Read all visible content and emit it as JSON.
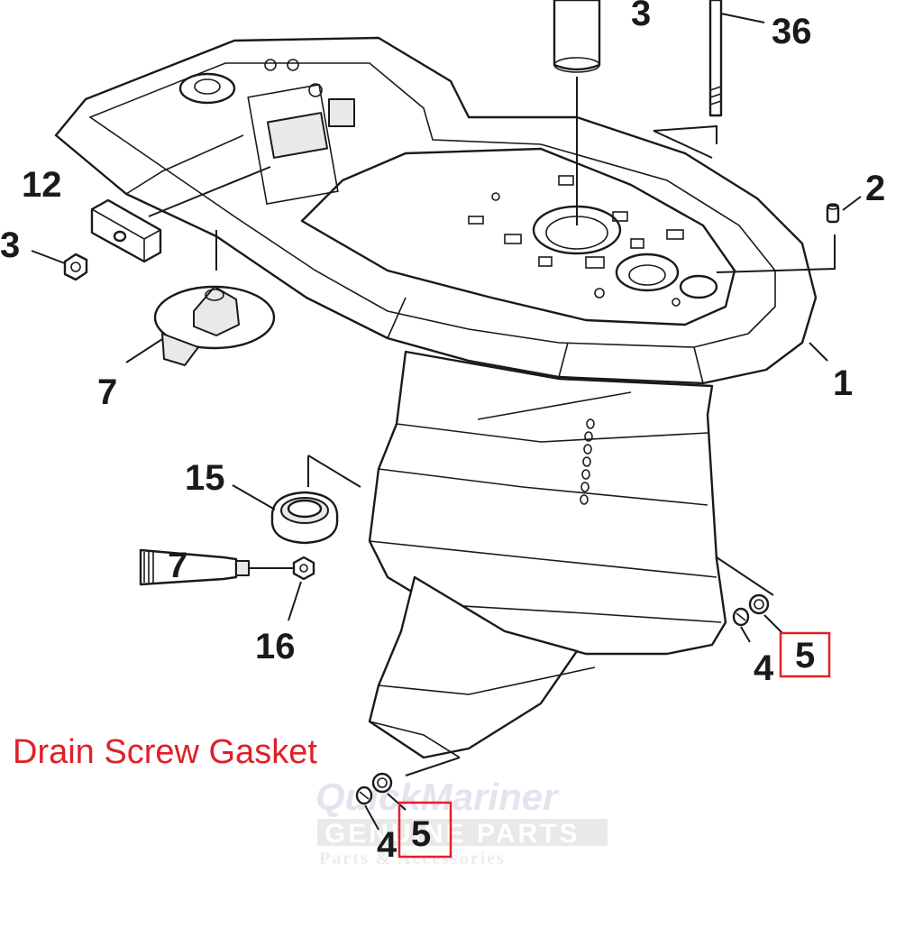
{
  "caption": "Drain Screw Gasket",
  "watermark": {
    "line1": "QuickMariner",
    "line2": "GENUINE PARTS",
    "line3": "Parts & Accessories"
  },
  "callouts": {
    "c3_top": "3",
    "c36": "36",
    "c12": "12",
    "c3_left": "3",
    "c2": "2",
    "c7_anode": "7",
    "c1": "1",
    "c15": "15",
    "c7_tube": "7",
    "c16": "16",
    "c4_right": "4",
    "c5_right": "5",
    "c4_bottom": "4",
    "c5_bottom": "5"
  },
  "colors": {
    "highlight": "#e0202a",
    "ink": "#1a1a1a"
  }
}
